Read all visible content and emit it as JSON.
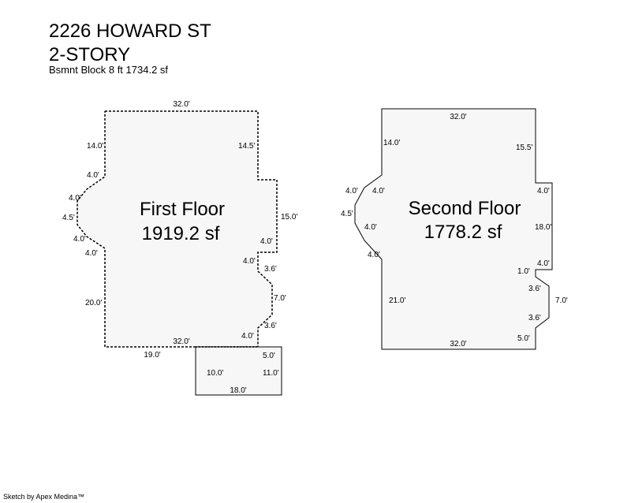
{
  "header": {
    "address": "2226 HOWARD ST",
    "stories": "2-STORY",
    "basement": "Bsmnt Block 8 ft 1734.2 sf"
  },
  "first_floor": {
    "name": "First Floor",
    "area": "1919.2 sf",
    "dims": {
      "top": "32.0'",
      "left_upper": "14.0'",
      "right_upper": "14.5'",
      "bay_top_diag": "4.0'",
      "bay_upper_diag": "4.0'",
      "bay_face": "4.5'",
      "bay_lower_diag": "4.0'",
      "bay_bottom_diag": "4.0'",
      "left_lower": "20.0'",
      "bump_face": "15.0'",
      "bump_lower": "4.0'",
      "step_in": "4.0'",
      "diag_out": "3.6'",
      "right_face": "7.0'",
      "diag_in": "3.6'",
      "step_out": "4.0'",
      "bottom": "32.0'",
      "bottom_left": "19.0'"
    }
  },
  "porch": {
    "dims": {
      "top_right": "5.0'",
      "left": "10.0'",
      "right": "11.0'",
      "bottom": "18.0'"
    }
  },
  "second_floor": {
    "name": "Second Floor",
    "area": "1778.2 sf",
    "dims": {
      "top": "32.0'",
      "left_upper": "14.0'",
      "right_upper": "15.5'",
      "bay_top_out": "4.0'",
      "bay_top_in": "4.0'",
      "bay_face": "4.5'",
      "bay_lower_in": "4.0'",
      "bay_bottom": "4.0'",
      "bump_top": "4.0'",
      "bump_face": "18.0'",
      "bump_lower": "4.0'",
      "step_in": "1.0'",
      "diag_out": "3.6'",
      "right_face": "7.0'",
      "diag_in": "3.6'",
      "step_out": "5.0'",
      "left_lower": "21.0'",
      "bottom": "32.0'"
    }
  },
  "credit": "Sketch by Apex Medina™"
}
